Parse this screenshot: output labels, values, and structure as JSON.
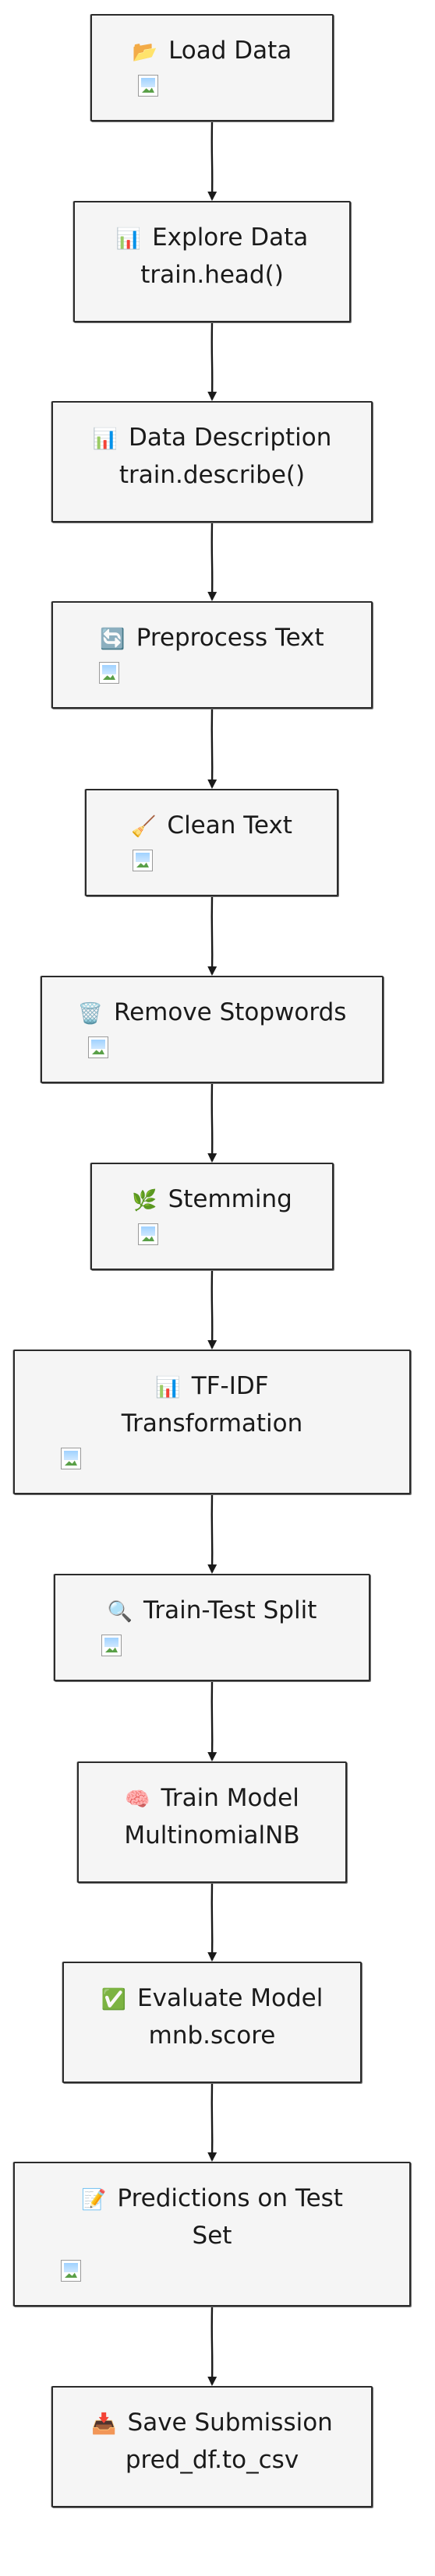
{
  "steps": [
    {
      "icon": "📂",
      "icon_name": "folder-icon",
      "title": "Load Data",
      "subtitle": "",
      "has_image": true
    },
    {
      "icon": "📊",
      "icon_name": "bar-chart-icon",
      "title": "Explore Data",
      "subtitle": "train.head()",
      "has_image": false
    },
    {
      "icon": "📊",
      "icon_name": "bar-chart-icon",
      "title": "Data Description",
      "subtitle": "train.describe()",
      "has_image": false
    },
    {
      "icon": "🔄",
      "icon_name": "refresh-icon",
      "title": "Preprocess Text",
      "subtitle": "",
      "has_image": true
    },
    {
      "icon": "🧹",
      "icon_name": "broom-icon",
      "title": "Clean Text",
      "subtitle": "",
      "has_image": true
    },
    {
      "icon": "🗑️",
      "icon_name": "trash-icon",
      "title": "Remove Stopwords",
      "subtitle": "",
      "has_image": true
    },
    {
      "icon": "🌿",
      "icon_name": "herb-icon",
      "title": "Stemming",
      "subtitle": "",
      "has_image": true
    },
    {
      "icon": "📊",
      "icon_name": "bar-chart-icon",
      "title": "TF-IDF",
      "subtitle": "Transformation",
      "has_image": true
    },
    {
      "icon": "🔍",
      "icon_name": "magnifier-icon",
      "title": "Train-Test Split",
      "subtitle": "",
      "has_image": true
    },
    {
      "icon": "🧠",
      "icon_name": "brain-icon",
      "title": "Train Model",
      "subtitle": "MultinomialNB",
      "has_image": false
    },
    {
      "icon": "✅",
      "icon_name": "check-mark-icon",
      "title": "Evaluate Model",
      "subtitle": "mnb.score",
      "has_image": false
    },
    {
      "icon": "📝",
      "icon_name": "memo-icon",
      "title": "Predictions on Test",
      "subtitle": "Set",
      "has_image": true
    },
    {
      "icon": "📥",
      "icon_name": "inbox-tray-icon",
      "title": "Save Submission",
      "subtitle": "pred_df.to_csv",
      "has_image": false
    }
  ],
  "colors": {
    "node_fill": "#f5f5f5",
    "node_border": "#2b2b2b",
    "edge": "#1a1a1a"
  }
}
